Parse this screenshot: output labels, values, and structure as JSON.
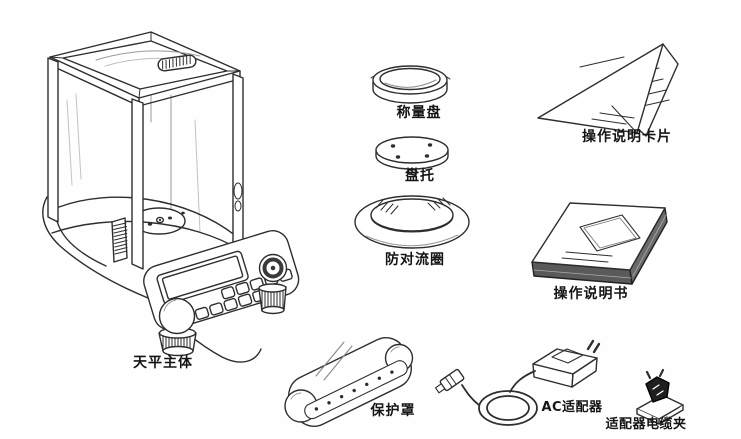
{
  "figure": {
    "type": "balance-parts-diagram",
    "background": "#fefefe",
    "line_color": "#2e2e2e",
    "text_color": "#151515"
  },
  "parts": {
    "balance_body": {
      "label": "天平主体"
    },
    "weighing_pan": {
      "label": "称量盘"
    },
    "pan_support": {
      "label": "盘托"
    },
    "draft_ring": {
      "label": "防对流圈"
    },
    "instruction_card": {
      "label": "操作说明卡片"
    },
    "instruction_manual": {
      "label": "操作说明书"
    },
    "protective_cover": {
      "label": "保护罩"
    },
    "ac_adapter": {
      "label": "AC适配器"
    },
    "cable_clip": {
      "label": "适配器电缆夹"
    }
  }
}
